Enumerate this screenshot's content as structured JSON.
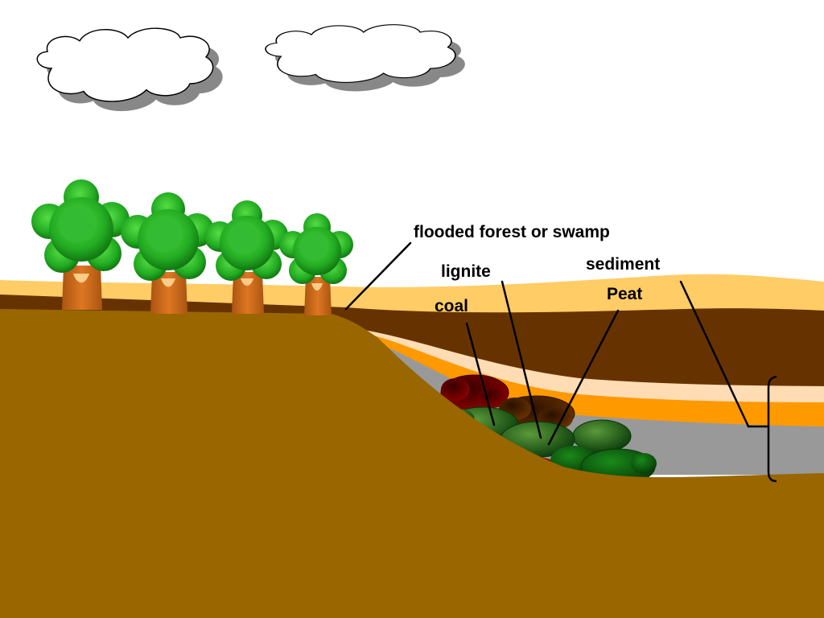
{
  "labels": {
    "flooded_forest": "flooded forest or swamp",
    "lignite": "lignite",
    "sediment": "sediment",
    "peat": "Peat",
    "coal": "coal"
  },
  "colors": {
    "ground": "#996600",
    "dark_soil": "#663300",
    "sand": "#ffcc66",
    "orange_layer": "#ff9900",
    "pale_layer": "#ffdcb4",
    "gray_sediment": "#999999",
    "foliage": "#22aa22",
    "foliage_dark": "#117711",
    "trunk": "#cc6611",
    "coal_red": "#7a0000",
    "lignite_brown": "#5a2800",
    "peat_green": "#0b4a0b"
  },
  "icons": [
    "cloud-icon",
    "tree-icon",
    "bracket-icon"
  ]
}
